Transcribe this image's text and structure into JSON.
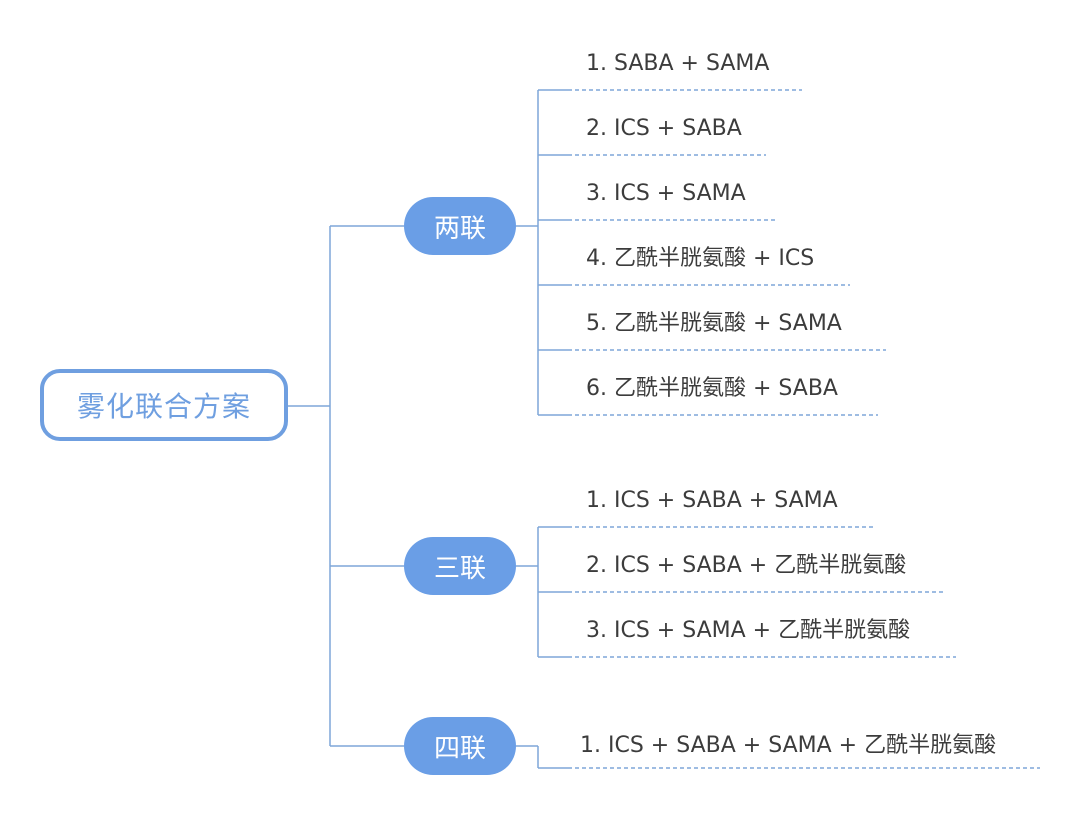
{
  "root": {
    "label": "雾化联合方案"
  },
  "groups": [
    {
      "label": "两联",
      "items": [
        "1. SABA + SAMA",
        "2. ICS + SABA",
        "3. ICS + SAMA",
        "4. 乙酰半胱氨酸 + ICS",
        "5. 乙酰半胱氨酸 + SAMA",
        "6. 乙酰半胱氨酸 + SABA"
      ]
    },
    {
      "label": "三联",
      "items": [
        "1. ICS + SABA + SAMA",
        "2. ICS + SABA + 乙酰半胱氨酸",
        "3. ICS + SAMA + 乙酰半胱氨酸"
      ]
    },
    {
      "label": "四联",
      "items": [
        "1. ICS + SABA + SAMA + 乙酰半胱氨酸"
      ]
    }
  ],
  "colors": {
    "line": "#7ea6d8",
    "pill": "#6a9ee6",
    "root_border": "#6f9fe0",
    "text": "#3c3c3c"
  }
}
